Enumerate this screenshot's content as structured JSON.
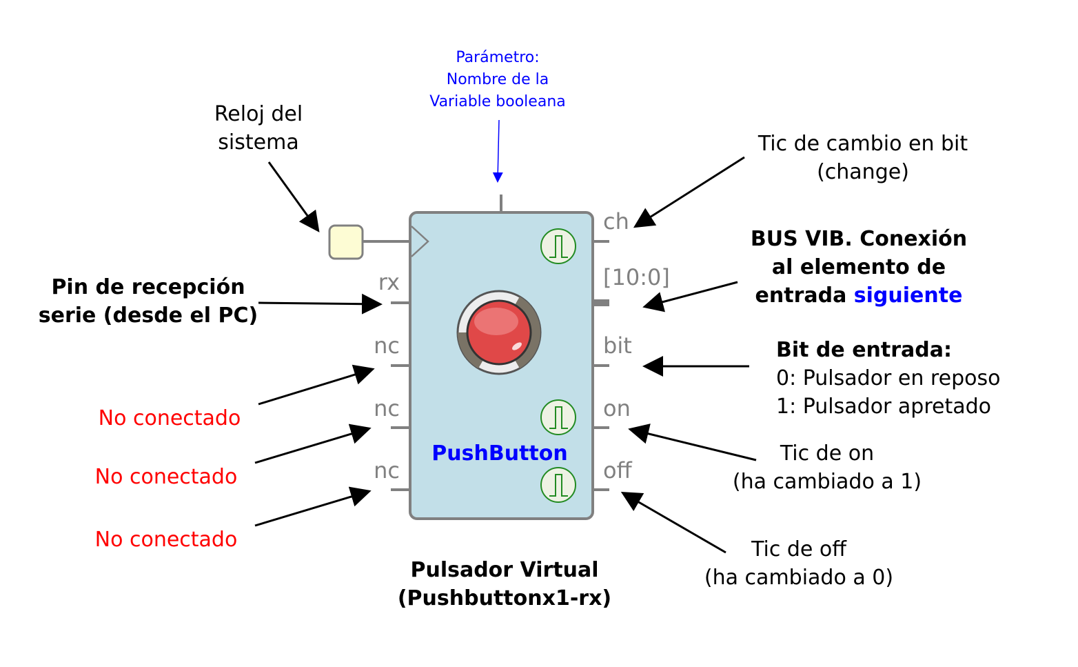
{
  "parameter_label": [
    "Parámetro:",
    "Nombre de la",
    "Variable booleana"
  ],
  "clock_label": [
    "Reloj del",
    "sistema"
  ],
  "rx_label": [
    "Pin de recepción",
    "serie (desde el PC)"
  ],
  "nc_label": "No conectado",
  "change_label": [
    "Tic de cambio en bit",
    "(change)"
  ],
  "bus_label": {
    "line1": "BUS VIB. Conexión",
    "line2": "al elemento de",
    "line3_prefix": "entrada",
    "line3_highlight": "siguiente"
  },
  "bit_label": {
    "title": "Bit de entrada:",
    "line1": "0: Pulsador en reposo",
    "line2": "1: Pulsador apretado"
  },
  "on_label": [
    "Tic de on",
    "(ha cambiado a 1)"
  ],
  "off_label": [
    "Tic de off",
    "(ha cambiado a 0)"
  ],
  "component_name": "PushButton",
  "caption": [
    "Pulsador Virtual",
    "(Pushbuttonx1-rx)"
  ],
  "pins": {
    "rx": "rx",
    "nc": "nc",
    "ch": "ch",
    "bus": "[10:0]",
    "bit": "bit",
    "on": "on",
    "off": "off"
  },
  "colors": {
    "block_fill": "#c2dfe8",
    "block_stroke": "#808080",
    "clock_fill": "#fdfcd4",
    "button_red": "#e04848",
    "tick_green": "#228b22",
    "tick_fill": "#eef2e4",
    "highlight_blue": "#0000ff",
    "warn_red": "#ff0000"
  }
}
